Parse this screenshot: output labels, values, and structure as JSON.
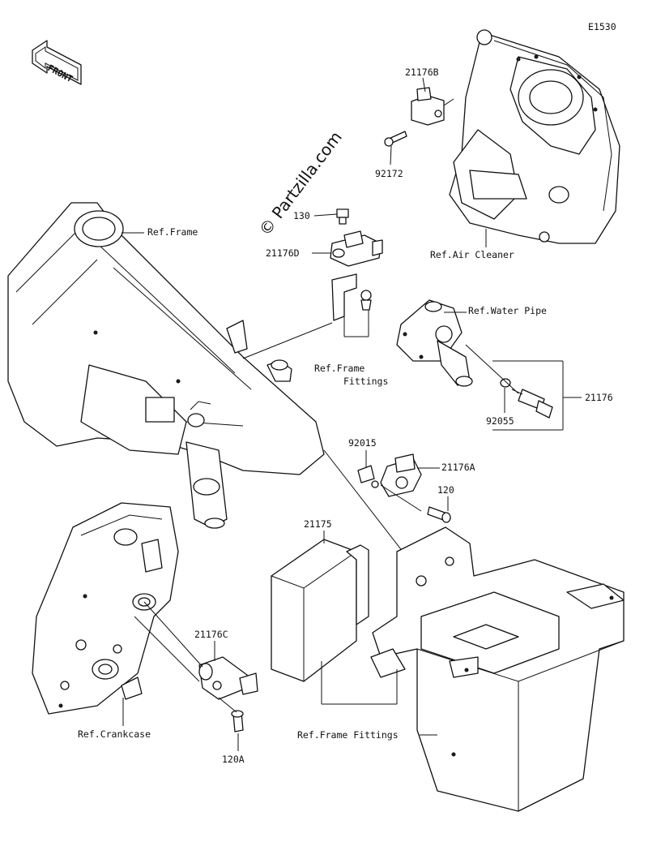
{
  "diagram_code": "E1530",
  "front_arrow_label": "FRONT",
  "watermark": "© Partzilla.com",
  "labels": {
    "ref_frame": "Ref.Frame",
    "ref_air_cleaner": "Ref.Air Cleaner",
    "ref_water_pipe": "Ref.Water Pipe",
    "ref_frame_fittings_line1": "Ref.Frame",
    "ref_frame_fittings_line2": "Fittings",
    "ref_crankcase": "Ref.Crankcase",
    "ref_frame_fittings_bottom": "Ref.Frame Fittings"
  },
  "parts": {
    "p21176B": "21176B",
    "p92172": "92172",
    "p130": "130",
    "p21176D": "21176D",
    "p21176": "21176",
    "p92055": "92055",
    "p92015": "92015",
    "p21176A": "21176A",
    "p120": "120",
    "p21175": "21175",
    "p21176C": "21176C",
    "p120A": "120A"
  },
  "colors": {
    "line": "#111111",
    "background": "#ffffff"
  }
}
